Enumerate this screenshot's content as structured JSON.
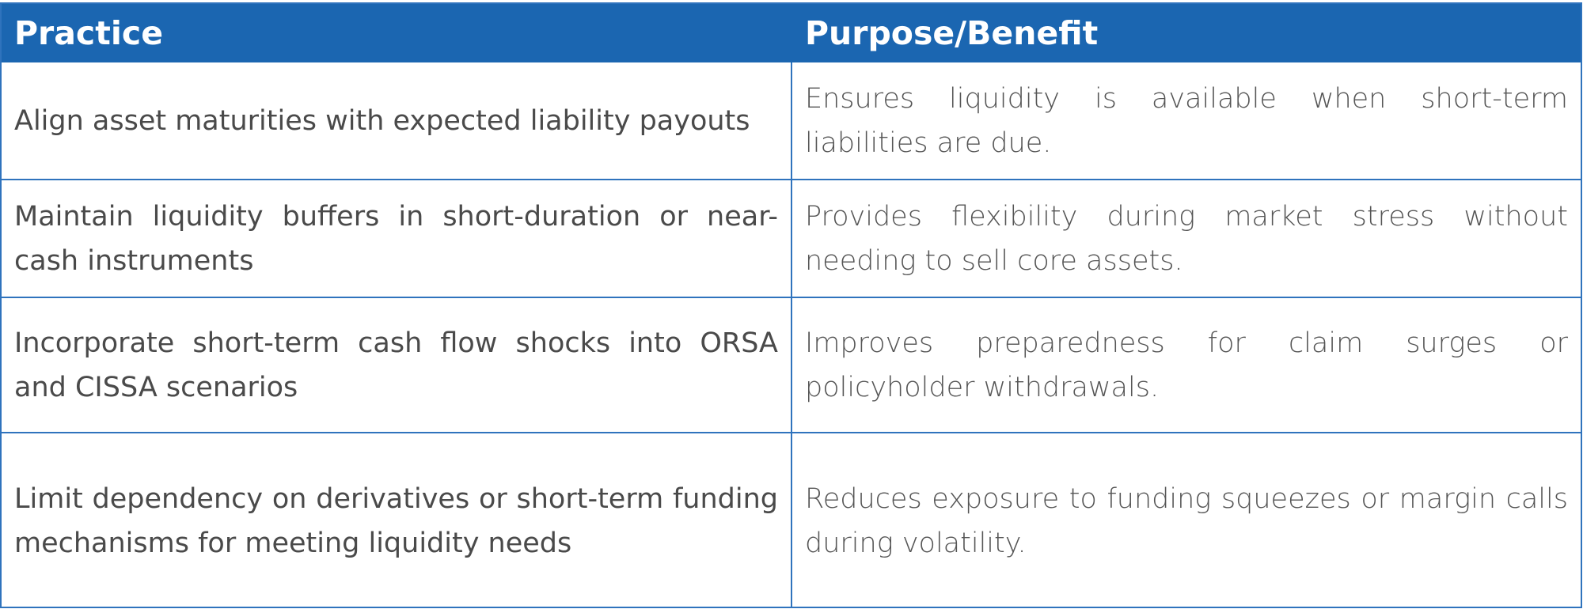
{
  "table": {
    "headers": [
      "Practice",
      "Purpose/Benefit"
    ],
    "rows": [
      {
        "practice": "Align asset maturities with expected liability payouts",
        "benefit": "Ensures liquidity is available when short-term liabilities are due."
      },
      {
        "practice": "Maintain liquidity buffers in short-duration or near-cash instruments",
        "benefit": "Provides flexibility during market stress without needing to sell core assets."
      },
      {
        "practice": "Incorporate short-term cash flow shocks into ORSA and CISSA scenarios",
        "benefit": "Improves preparedness for claim surges or policyholder withdrawals."
      },
      {
        "practice": "Limit dependency on derivatives or short-term funding mechanisms for meeting liquidity needs",
        "benefit": "Reduces exposure to funding squeezes or margin calls during volatility."
      }
    ]
  },
  "colors": {
    "header_bg": "#1b66b1",
    "border": "#2f73bd",
    "text": "#4a4a4a"
  }
}
